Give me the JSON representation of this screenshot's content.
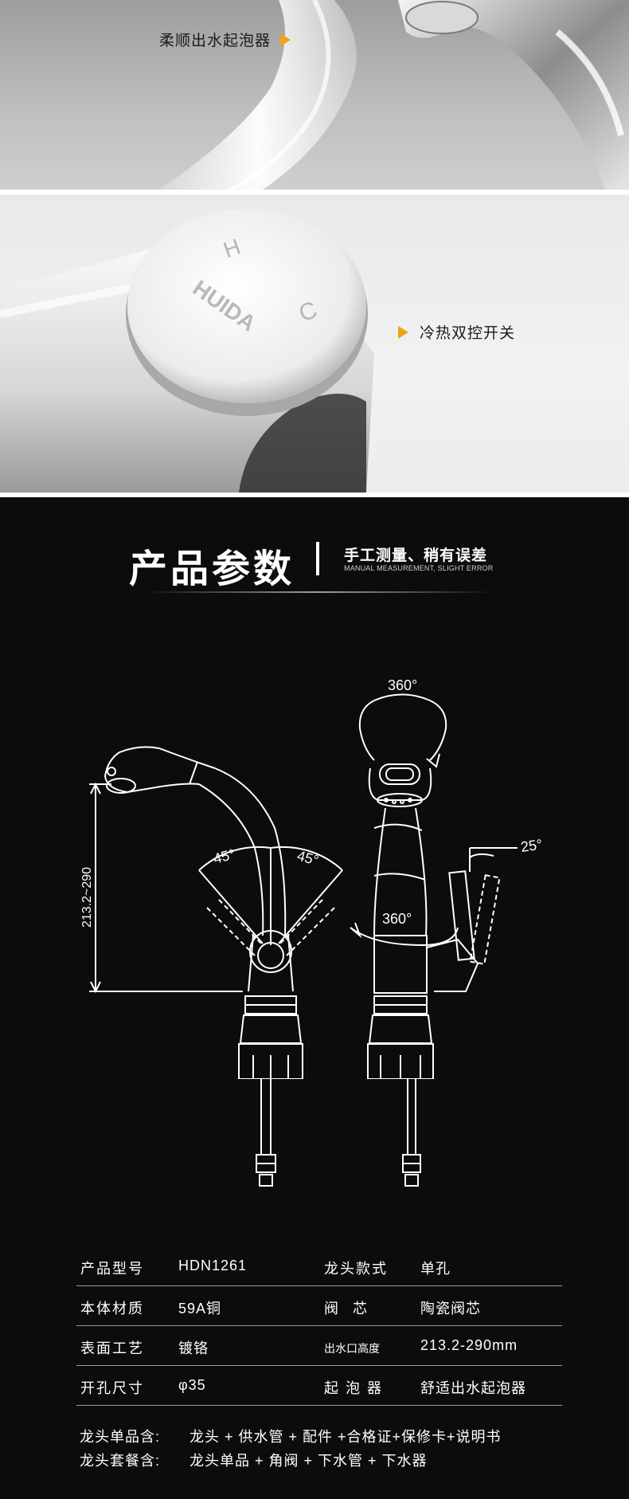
{
  "feature_aerator": {
    "label": "柔顺出水起泡器"
  },
  "feature_handle": {
    "label": "冷热双控开关",
    "cap_letters": {
      "hot": "H",
      "cold": "C",
      "brand": "HUIDA"
    }
  },
  "spec": {
    "title": "产品参数",
    "note": "手工测量、稍有误差",
    "note_en": "MANUAL MEASUREMENT, SLIGHT ERROR"
  },
  "drawing": {
    "height_range": "213.2~290",
    "angle_left": "45°",
    "angle_right": "45°",
    "rotation_top": "360°",
    "rotation_body": "360°",
    "tilt": "25°"
  },
  "table": {
    "rows": [
      {
        "k1": "产品型号",
        "v1": "HDN1261",
        "k2": "龙头款式",
        "v2": "单孔"
      },
      {
        "k1": "本体材质",
        "v1": "59A铜",
        "k2": "阀芯",
        "v2": "陶瓷阀芯"
      },
      {
        "k1": "表面工艺",
        "v1": "镀铬",
        "k2": "出水口高度",
        "v2": "213.2-290mm"
      },
      {
        "k1": "开孔尺寸",
        "v1": "φ35",
        "k2": "起泡器",
        "v2": "舒适出水起泡器"
      }
    ]
  },
  "package": {
    "single_label": "龙头单品含:",
    "single_value": "龙头 + 供水管 + 配件 +合格证+保修卡+说明书",
    "set_label": "龙头套餐含:",
    "set_value": "龙头单品 + 角阀 + 下水管 + 下水器"
  },
  "colors": {
    "accent": "#f0a21b",
    "background": "#0c0c0c",
    "line": "#ffffff"
  }
}
